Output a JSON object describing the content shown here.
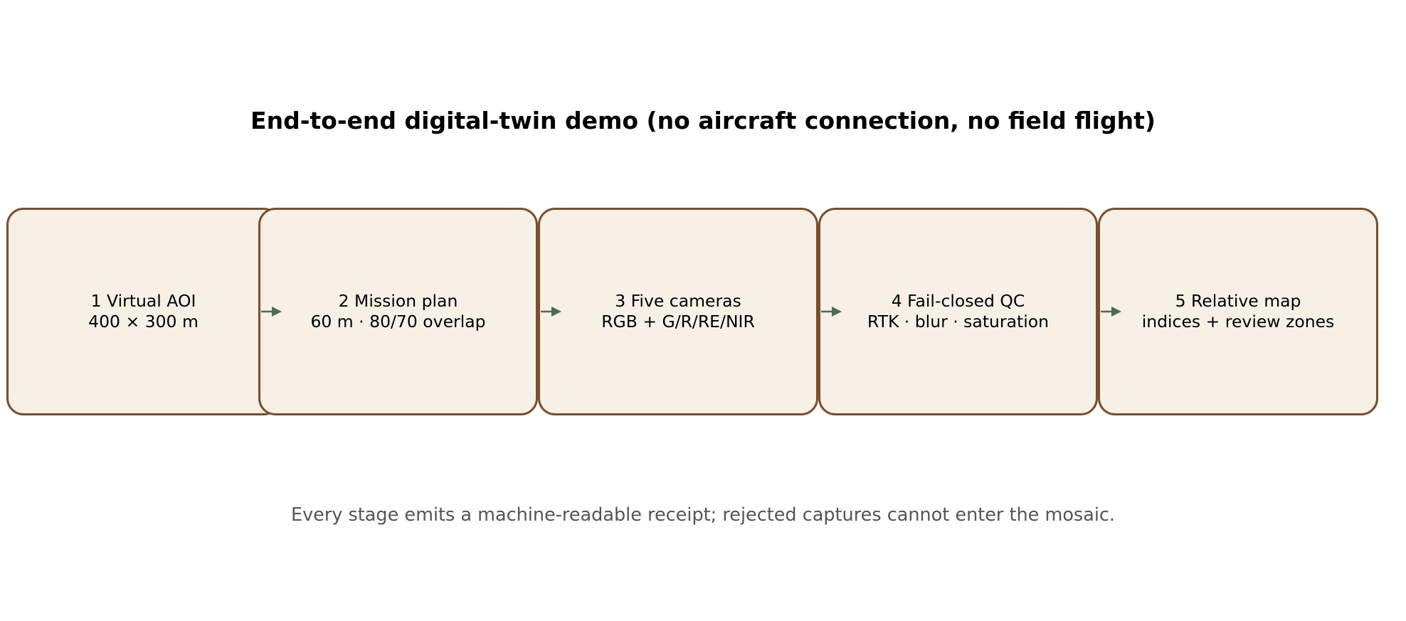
{
  "title": "End-to-end digital-twin demo (no aircraft connection, no field flight)",
  "stages": [
    {
      "line1": "1  Virtual AOI",
      "line2": "400 × 300 m"
    },
    {
      "line1": "2  Mission plan",
      "line2": "60 m · 80/70 overlap"
    },
    {
      "line1": "3  Five cameras",
      "line2": "RGB + G/R/RE/NIR"
    },
    {
      "line1": "4  Fail-closed QC",
      "line2": "RTK · blur · saturation"
    },
    {
      "line1": "5  Relative map",
      "line2": "indices + review zones"
    }
  ],
  "caption": "Every stage emits a machine-readable receipt; rejected captures cannot enter the mosaic.",
  "colors": {
    "box_border": "#7a4e2f",
    "box_fill": "#f6f0e6",
    "arrow": "#4a6b52",
    "caption_text": "#555555"
  }
}
